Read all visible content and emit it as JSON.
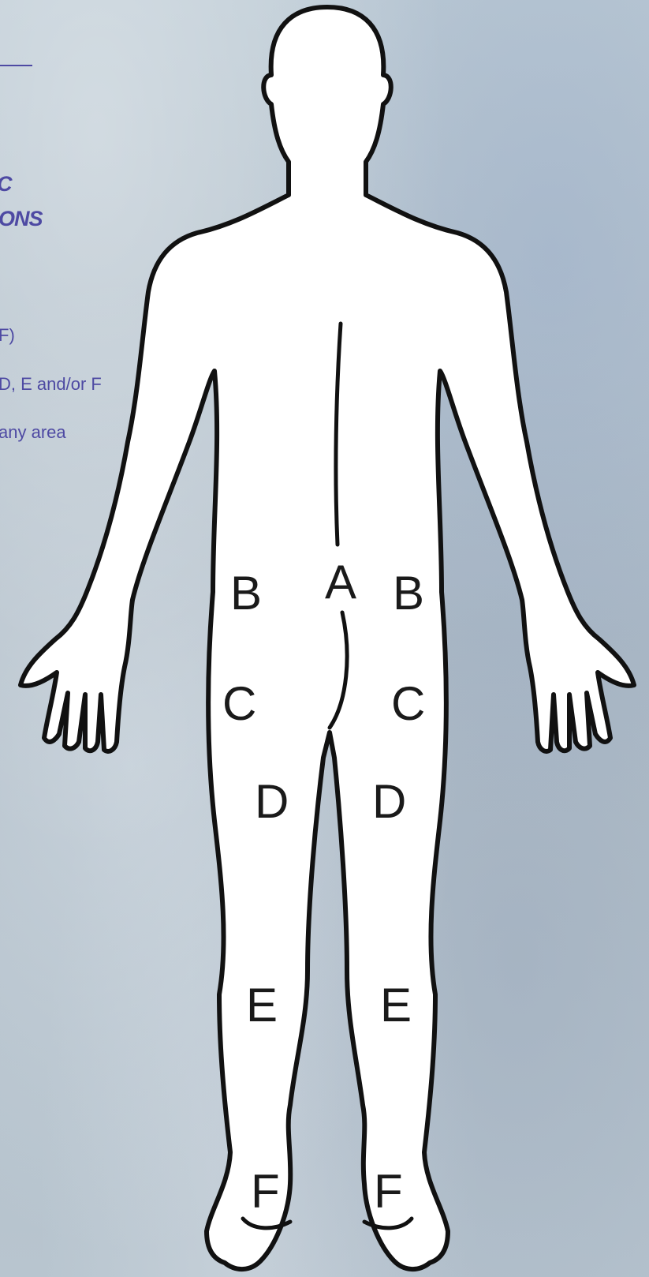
{
  "side_panel": {
    "heading_line1": "C",
    "heading_line2": "ONS",
    "legend_items": [
      "F)",
      "D, E and/or F",
      "any area"
    ]
  },
  "body_diagram": {
    "regions": [
      {
        "id": "A",
        "label": "A"
      },
      {
        "id": "B-left",
        "label": "B"
      },
      {
        "id": "B-right",
        "label": "B"
      },
      {
        "id": "C-left",
        "label": "C"
      },
      {
        "id": "C-right",
        "label": "C"
      },
      {
        "id": "D-left",
        "label": "D"
      },
      {
        "id": "D-right",
        "label": "D"
      },
      {
        "id": "E-left",
        "label": "E"
      },
      {
        "id": "E-right",
        "label": "E"
      },
      {
        "id": "F-left",
        "label": "F"
      },
      {
        "id": "F-right",
        "label": "F"
      }
    ]
  },
  "colors": {
    "accent_text": "#4e4aa3",
    "figure_fill": "#ffffff",
    "figure_outline": "#111111"
  }
}
